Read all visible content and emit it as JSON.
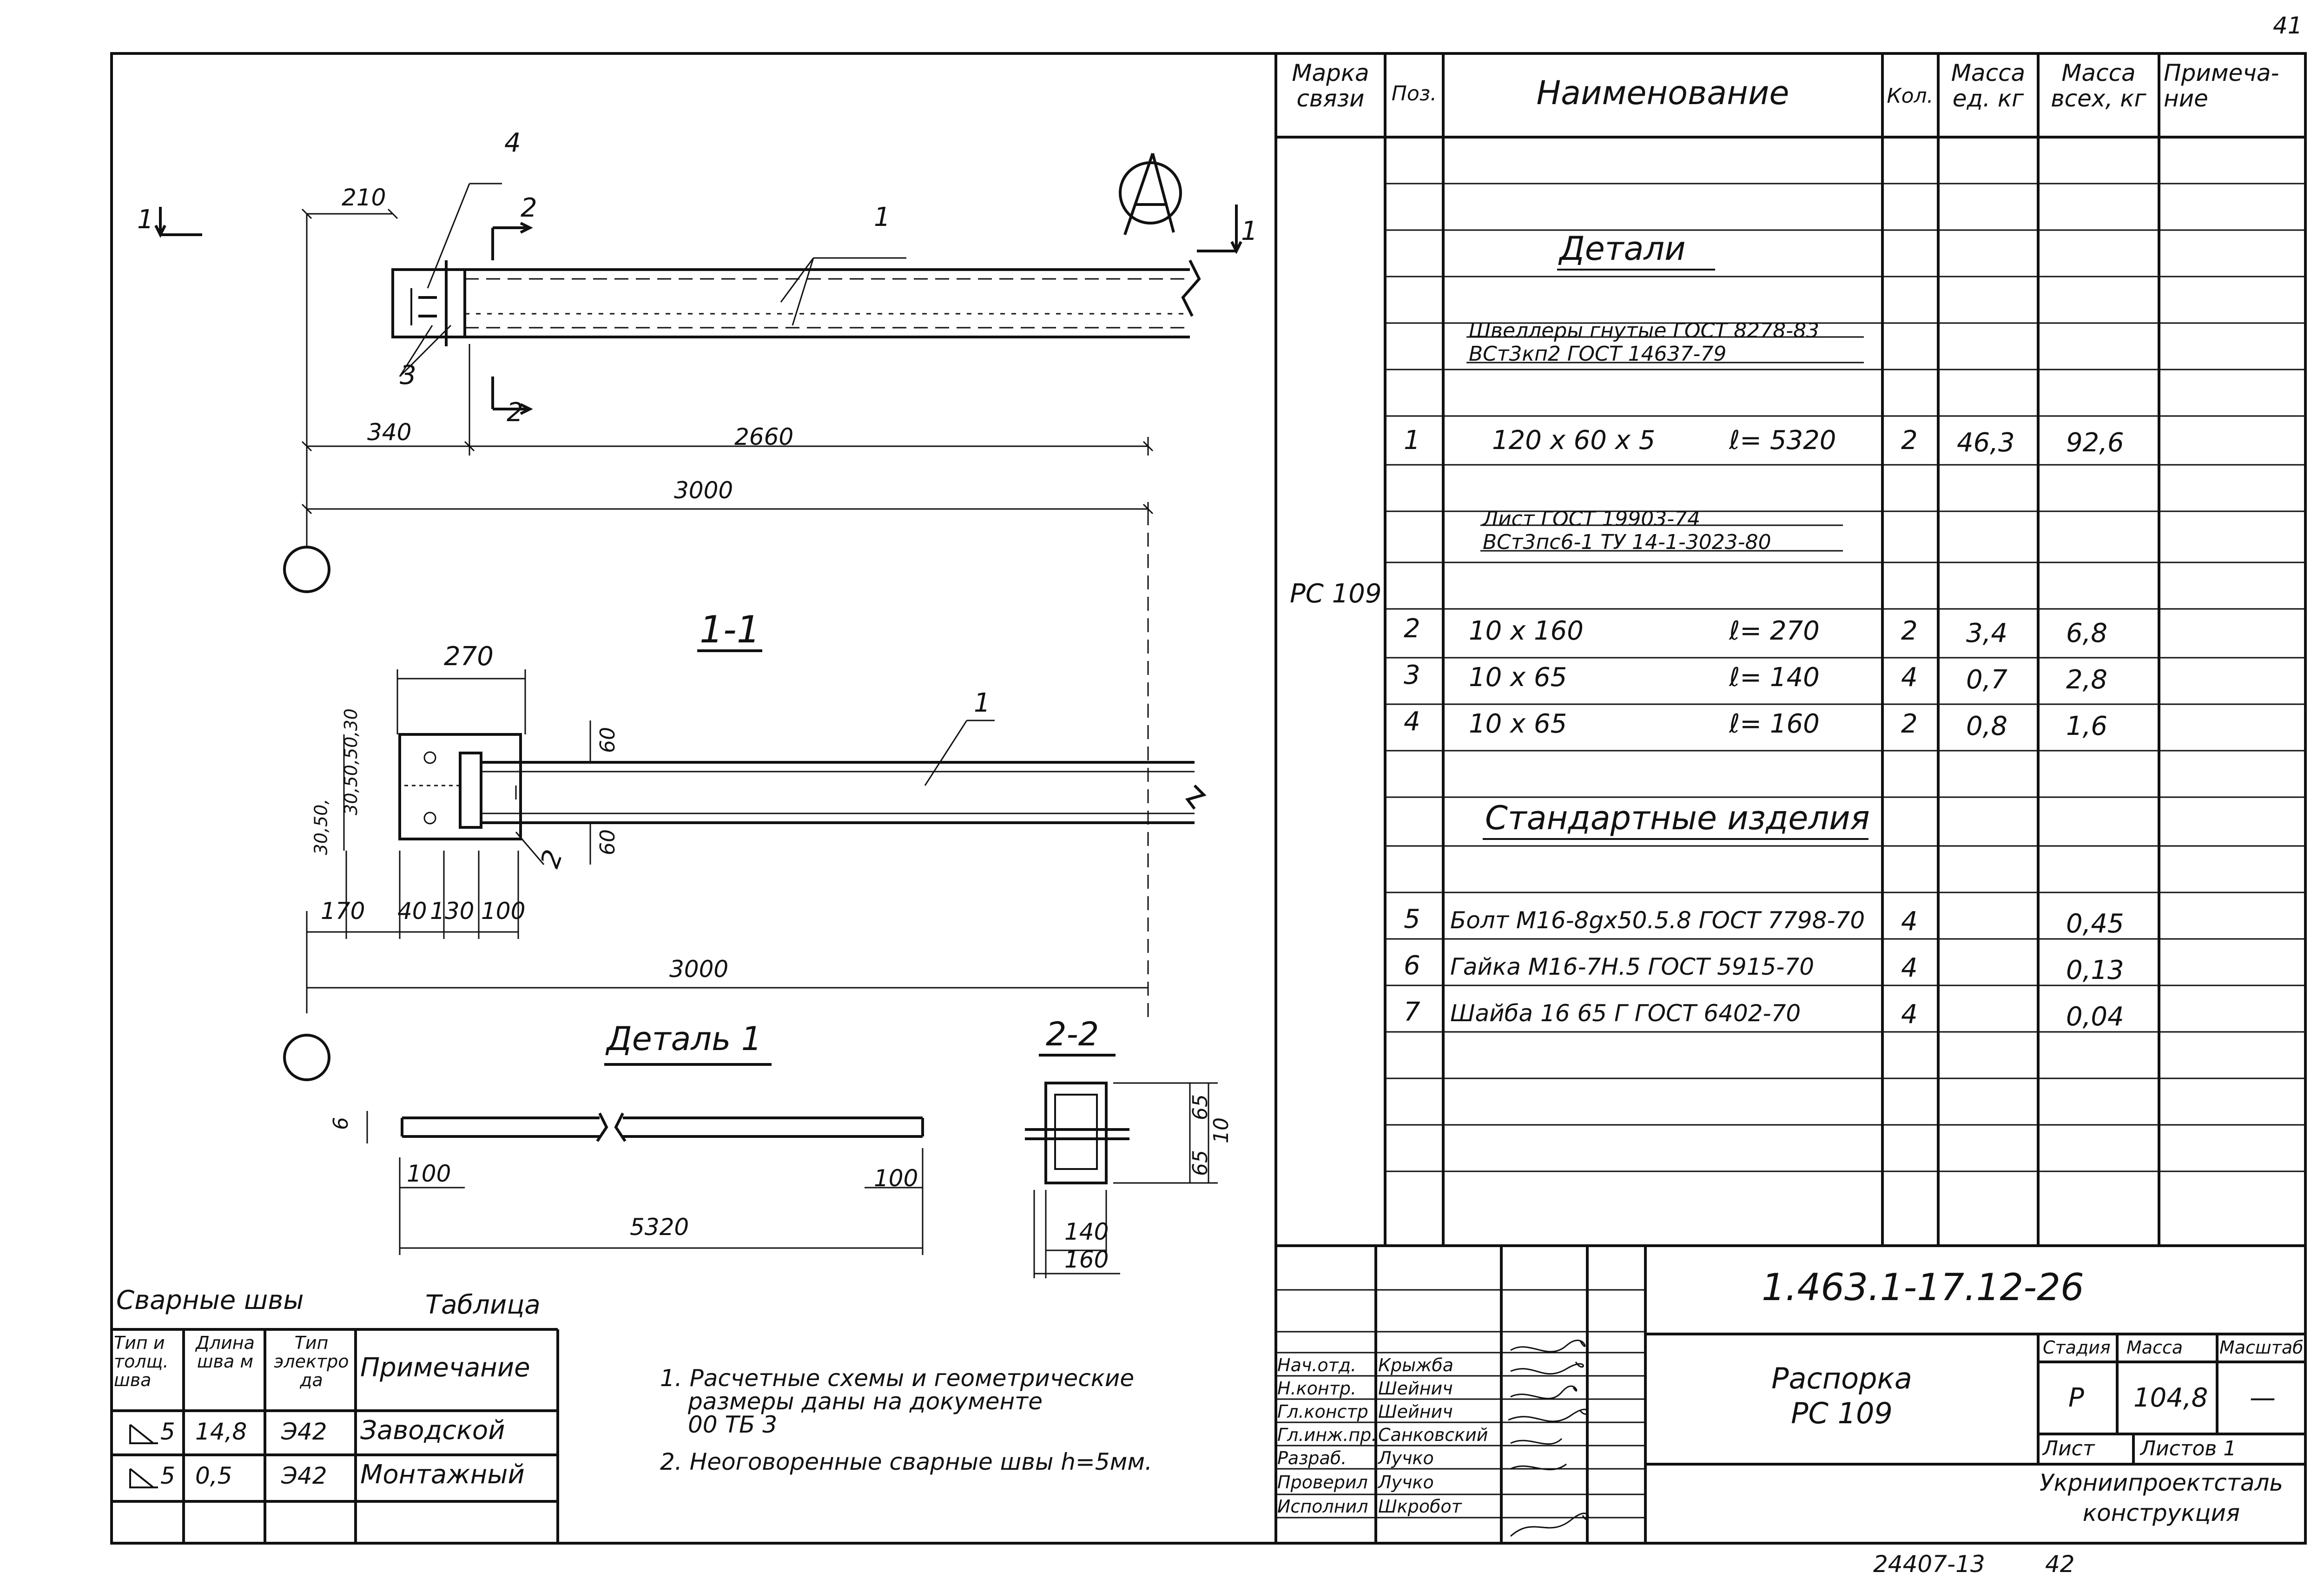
{
  "sheet": {
    "page_number": "41",
    "doc_code": "1.463.1-17.12-26",
    "archive_number": "24407-13",
    "archive_page": "42"
  },
  "drawing": {
    "section_1_marker": "1",
    "section_1_marker_right": "1",
    "section_2_marker_top": "2",
    "section_2_marker_bottom": "2",
    "section_1_1_title": "1-1",
    "section_2_2_title": "2-2",
    "detail_title": "Деталь 1",
    "position_labels": {
      "p1_top": "1",
      "p1_section": "1",
      "p2_section": "2",
      "p3": "3",
      "p4": "4"
    },
    "dimensions": {
      "plan_210": "210",
      "plan_340": "340",
      "plan_2660": "2660",
      "plan_3000": "3000",
      "sec_270": "270",
      "sec_170": "170",
      "sec_40": "40",
      "sec_130": "130",
      "sec_100": "100",
      "sec_3000": "3000",
      "sec_left_stack": "30,50,50,30",
      "sec_left_stack2": "30,50,",
      "sec_60_top": "60",
      "sec_60_bottom": "60",
      "det_6": "6",
      "det_100_left": "100",
      "det_100_right": "100",
      "det_5320": "5320",
      "s22_140": "140",
      "s22_160": "160",
      "s22_65_top": "65",
      "s22_65_bottom": "65",
      "s22_10": "10"
    }
  },
  "spec_table": {
    "headers": {
      "mark": "Марка связи",
      "pos": "Поз.",
      "name": "Наименование",
      "qty": "Кол.",
      "mass_unit": "Масса ед. кг",
      "mass_total": "Масса всех, кг",
      "note": "Примеча- ние"
    },
    "mark_value": "РС 109",
    "section_details": "Детали",
    "channel_header_1": "Швеллеры гнутые ГОСТ 8278-83",
    "channel_header_2": "ВСт3кп2 ГОСТ 14637-79",
    "sheet_header_1": "Лист ГОСТ 19903-74",
    "sheet_header_2": "ВСт3пс6-1 ТУ 14-1-3023-80",
    "section_standard": "Стандартные изделия",
    "rows": [
      {
        "pos": "1",
        "name": "120 x 60 x 5",
        "len": "ℓ= 5320",
        "qty": "2",
        "mass_unit": "46,3",
        "mass_total": "92,6"
      },
      {
        "pos": "2",
        "name": "10 x 160",
        "len": "ℓ= 270",
        "qty": "2",
        "mass_unit": "3,4",
        "mass_total": "6,8"
      },
      {
        "pos": "3",
        "name": "10 x 65",
        "len": "ℓ= 140",
        "qty": "4",
        "mass_unit": "0,7",
        "mass_total": "2,8"
      },
      {
        "pos": "4",
        "name": "10 x 65",
        "len": "ℓ= 160",
        "qty": "2",
        "mass_unit": "0,8",
        "mass_total": "1,6"
      },
      {
        "pos": "5",
        "name": "Болт М16-8gх50.5.8 ГОСТ 7798-70",
        "len": "",
        "qty": "4",
        "mass_unit": "",
        "mass_total": "0,45"
      },
      {
        "pos": "6",
        "name": "Гайка М16-7Н.5 ГОСТ 5915-70",
        "len": "",
        "qty": "4",
        "mass_unit": "",
        "mass_total": "0,13"
      },
      {
        "pos": "7",
        "name": "Шайба 16 65 Г ГОСТ 6402-70",
        "len": "",
        "qty": "4",
        "mass_unit": "",
        "mass_total": "0,04"
      }
    ]
  },
  "weld_table": {
    "caption_left": "Сварные швы",
    "caption_right": "Таблица",
    "headers": {
      "type": "Тип и толщ. шва",
      "length": "Длина шва м",
      "electrode": "Тип электро да",
      "note": "Примечание"
    },
    "rows": [
      {
        "type": "5",
        "length": "14,8",
        "electrode": "Э42",
        "note": "Заводской"
      },
      {
        "type": "5",
        "length": "0,5",
        "electrode": "Э42",
        "note": "Монтажный"
      }
    ]
  },
  "notes": [
    "1. Расчетные схемы и геометрические",
    "размеры даны на документе",
    "00 ТБ 3",
    "2. Неоговоренные сварные швы h=5мм."
  ],
  "title_block": {
    "roles": [
      {
        "role": "Нач.отд.",
        "name": "Крыжба"
      },
      {
        "role": "Н.контр.",
        "name": "Шейнич"
      },
      {
        "role": "Гл.констр",
        "name": "Шейнич"
      },
      {
        "role": "Гл.инж.пр.",
        "name": "Санковский"
      },
      {
        "role": "Разраб.",
        "name": "Лучко"
      },
      {
        "role": "Проверил",
        "name": "Лучко"
      },
      {
        "role": "Исполнил",
        "name": "Шкробот"
      }
    ],
    "title_line_1": "Распорка",
    "title_line_2": "РС 109",
    "stage_label": "Стадия",
    "mass_label": "Масса",
    "scale_label": "Масштаб",
    "stage_value": "Р",
    "mass_value": "104,8",
    "scale_value": "—",
    "sheet_label": "Лист",
    "sheets_label": "Листов 1",
    "org_line_1": "Укрниипроектсталь",
    "org_line_2": "конструкция"
  }
}
